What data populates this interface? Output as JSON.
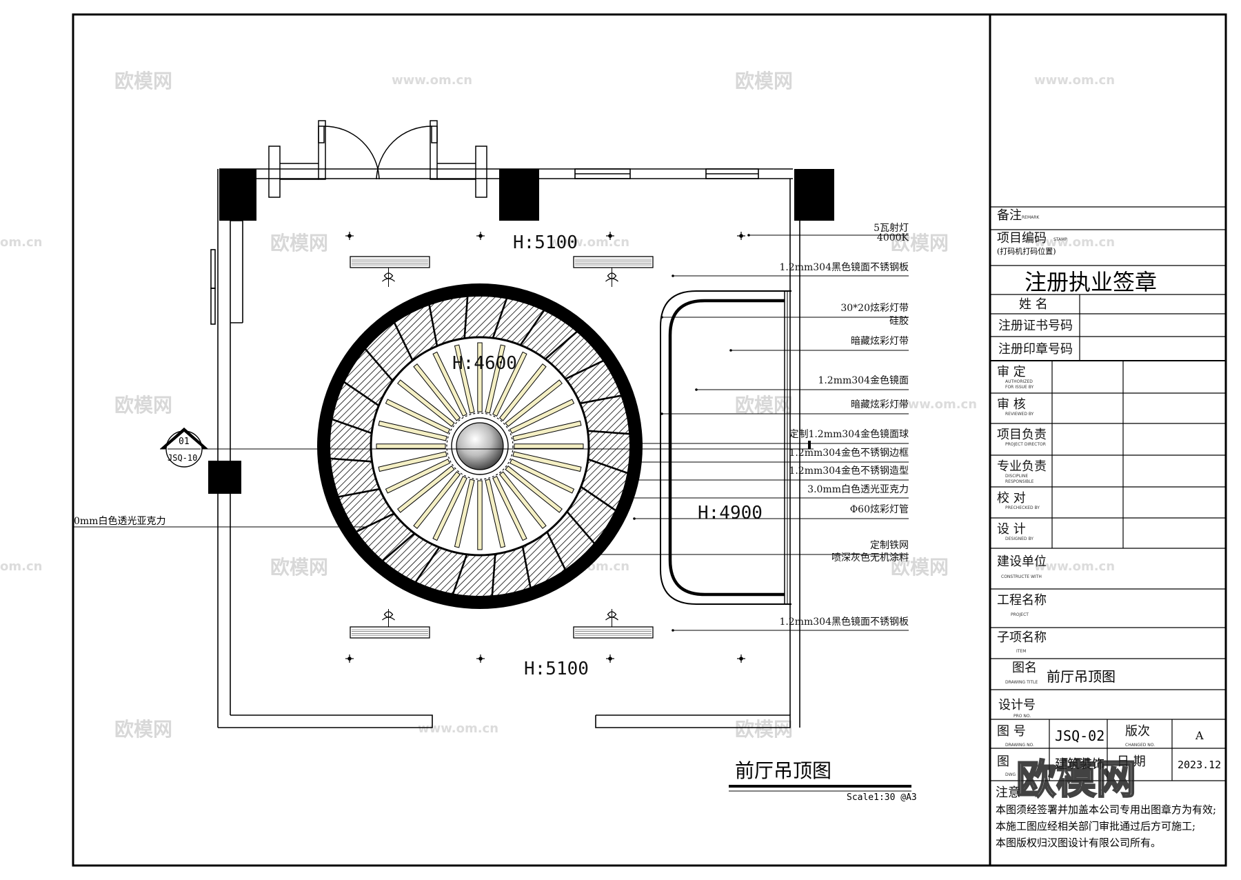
{
  "drawing": {
    "heights": {
      "top": "H:5100",
      "center": "H:4600",
      "right": "H:4900",
      "bottom": "H:5100"
    },
    "section_marker": {
      "number": "01",
      "ref": "JSQ-10"
    },
    "title": "前厅吊顶图",
    "scale": "Scale1:30 @A3",
    "left_annotation": "0mm白色透光亚克力",
    "annotations": [
      {
        "line1": "5瓦射灯",
        "line2": "4000K"
      },
      {
        "line1": "1.2mm304黑色镜面不锈钢板"
      },
      {
        "line1": "30*20炫彩灯带",
        "line2": "硅胶"
      },
      {
        "line1": "暗藏炫彩灯带"
      },
      {
        "line1": "1.2mm304金色镜面"
      },
      {
        "line1": "暗藏炫彩灯带"
      },
      {
        "line1": "定制1.2mm304金色镜面球"
      },
      {
        "line1": "1.2mm304金色不锈钢边框"
      },
      {
        "line1": "1.2mm304金色不锈钢造型"
      },
      {
        "line1": "3.0mm白色透光亚克力"
      },
      {
        "line1": "Φ60炫彩灯管"
      },
      {
        "line1": "定制铁网",
        "line2": "喷深灰色无机涂料"
      },
      {
        "line1": "1.2mm304黑色镜面不锈钢板"
      }
    ]
  },
  "title_block": {
    "remark": {
      "cn": "备注",
      "en": "REMARK"
    },
    "project_code": {
      "cn": "项目编码",
      "en": "STAMP",
      "sub": "(打码机打码位置)"
    },
    "seal_title": "注册执业签章",
    "name": "姓  名",
    "cert_no": "注册证书号码",
    "seal_no": "注册印章号码",
    "roles": [
      {
        "cn": "审    定",
        "en1": "AUTHORIZED",
        "en2": "FOR ISSUE BY"
      },
      {
        "cn": "审    核",
        "en1": "REVIEWED BY",
        "en2": ""
      },
      {
        "cn": "项目负责",
        "en1": "PROJECT DIRECTOR",
        "en2": ""
      },
      {
        "cn": "专业负责",
        "en1": "DISCIPLINE",
        "en2": "RESPONSIBLE"
      },
      {
        "cn": "校    对",
        "en1": "PRECHECKED BY",
        "en2": ""
      },
      {
        "cn": "设    计",
        "en1": "DESIGNED BY",
        "en2": ""
      }
    ],
    "client": {
      "cn": "建设单位",
      "en": "CONSTRUCTE WITH"
    },
    "project": {
      "cn": "工程名称",
      "en": "PROJECT"
    },
    "item": {
      "cn": "子项名称",
      "en": "ITEM"
    },
    "drawing_title": {
      "cn": "图名",
      "en": "DRAWING TITLE",
      "value": "前厅吊顶图"
    },
    "design_no": {
      "cn": "设计号",
      "en": "PRO NO."
    },
    "drawing_no": {
      "cn": "图    号",
      "en": "DRAWING NO.",
      "value": "JSQ-02"
    },
    "revision": {
      "cn": "版次",
      "en": "CHANGED NO.",
      "value": "A"
    },
    "category": {
      "cn": "图",
      "en": "DWG",
      "value": "建筑装饰"
    },
    "date": {
      "cn": "日  期",
      "value": "2023.12"
    },
    "notes": {
      "title": "注意",
      "lines": [
        "本图须经签署并加盖本公司专用出图章方为有效;",
        "本施工图应经相关部门审批通过后方可施工;",
        "本图版权归汉图设计有限公司所有。"
      ]
    }
  },
  "watermark": {
    "brand": "欧模网",
    "url": "www.om.cn",
    "url_short": "om.cn"
  }
}
